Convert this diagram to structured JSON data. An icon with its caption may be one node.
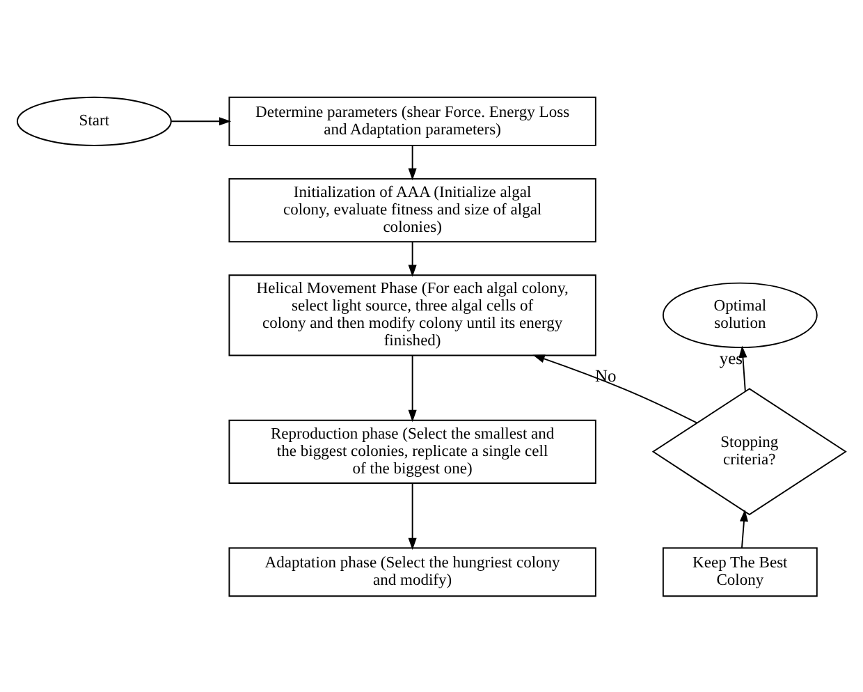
{
  "diagram": {
    "nodes": [
      {
        "text": [
          "Start"
        ]
      },
      {
        "text": [
          "Determine parameters (shear Force. Energy Loss and Adaptation parameters)"
        ]
      },
      {
        "text": [
          "Initialization of AAA (Initialize algal colony, evaluate fitness and size of algal colonies)"
        ]
      },
      {
        "text": [
          "Optimal solution"
        ]
      },
      {
        "text": [
          "Helical Movement Phase (For each algal colony, select light source, three algal cells of colony and then modify colony until its energy finished)"
        ]
      },
      {
        "text": [
          "Stopping criteria?"
        ]
      },
      {
        "text": [
          "Reproduction phase (Select the smallest and the biggest colonies, replicate a single cell of the biggest one)"
        ]
      },
      {
        "text": [
          "Keep The Best Colony"
        ]
      },
      {
        "text": [
          "Adaptation phase (Select the hungriest colony and modify)"
        ]
      }
    ],
    "edges": [
      {
        "from": 0,
        "to": 1,
        "arrow": "to"
      },
      {
        "from": 1,
        "to": 2,
        "arrow": "to"
      },
      {
        "from": 2,
        "to": 4,
        "arrow": "to"
      },
      {
        "from": 4,
        "to": 6,
        "arrow": "to"
      },
      {
        "from": 6,
        "to": 8,
        "arrow": "to"
      },
      {
        "from": 7,
        "to": 5,
        "arrow": "to"
      },
      {
        "from": 5,
        "to": 3,
        "arrow": "to",
        "label": "yes"
      },
      {
        "from": 5,
        "to": 4,
        "arrow": "to",
        "label": "No"
      }
    ]
  }
}
